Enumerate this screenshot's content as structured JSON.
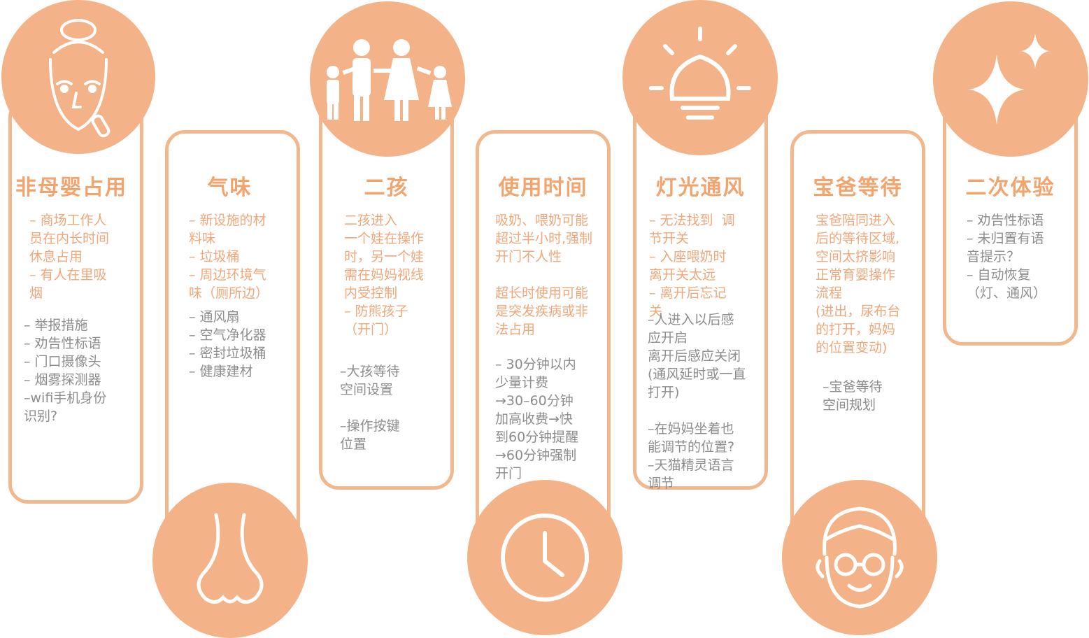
{
  "colors": {
    "accent": "#f3b287",
    "title": "#f2a46e",
    "highlight_text": "#f1a779",
    "body_text": "#8d8d8d"
  },
  "columns": [
    {
      "title": "非母婴占用",
      "icon": "mother-face-icon",
      "highlight": "– 商场工作人\n员在内长时间\n休息占用\n– 有人在里吸\n烟",
      "body": "– 举报措施\n– 劝告性标语\n– 门口摄像头\n– 烟雾探测器\n–wifi手机身份\n识别?"
    },
    {
      "title": "气味",
      "icon": "nose-icon",
      "highlight": "– 新设施的材\n料味\n– 垃圾桶\n– 周边环境气\n味（厕所边）",
      "body": "– 通风扇\n– 空气净化器\n– 密封垃圾桶\n– 健康建材"
    },
    {
      "title": "二孩",
      "icon": "family-icon",
      "highlight": "二孩进入\n一个娃在操作\n时，另一个娃\n需在妈妈视线\n内受控制\n– 防熊孩子\n（开门）",
      "body": "–大孩等待\n空间设置\n\n–操作按键\n位置"
    },
    {
      "title": "使用时间",
      "icon": "clock-icon",
      "highlight": "吸奶、喂奶可能\n超过半小时,强制\n开门不人性\n\n超长时使用可能\n是突发疾病或非\n法占用",
      "body": "– 30分钟以内\n少量计费\n→30–60分钟\n加高收费→快\n到60分钟提醒\n→60分钟强制\n开门"
    },
    {
      "title": "灯光通风",
      "icon": "lightbulb-icon",
      "highlight": "– 无法找到  调\n节开关\n– 入座喂奶时\n离开关太远\n– 离开后忘记\n关",
      "body": "–人进入以后感\n应开启\n离开后感应关闭\n(通风延时或一直\n打开)\n\n–在妈妈坐着也\n能调节的位置?\n–天猫精灵语言\n调节"
    },
    {
      "title": "宝爸等待",
      "icon": "father-face-icon",
      "highlight": "宝爸陪同进入\n后的等待区域,\n空间太挤影响\n正常育婴操作\n流程\n(进出，尿布台\n的打开，妈妈\n的位置变动)",
      "body": "–宝爸等待\n空间规划"
    },
    {
      "title": "二次体验",
      "icon": "sparkle-icon",
      "highlight": "",
      "body": "– 劝告性标语\n– 未归置有语\n音提示？\n– 自动恢复\n（灯、通风）"
    }
  ]
}
